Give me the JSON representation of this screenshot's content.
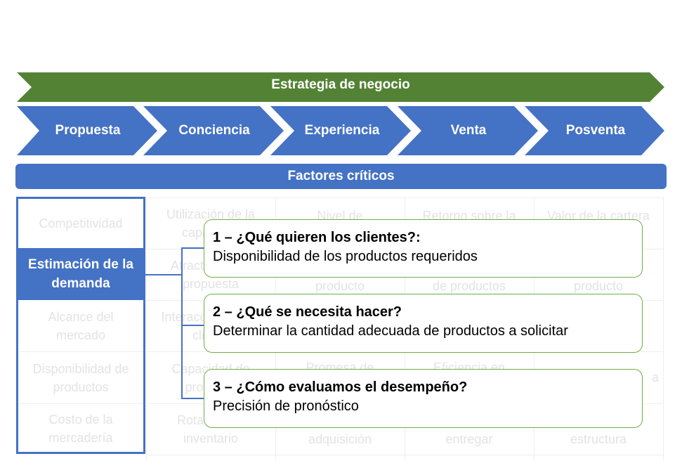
{
  "strategy_bar": {
    "label": "Estrategia de negocio",
    "color": "#548235"
  },
  "chevrons": [
    {
      "label": "Propuesta"
    },
    {
      "label": "Conciencia"
    },
    {
      "label": "Experiencia"
    },
    {
      "label": "Venta"
    },
    {
      "label": "Posventa"
    }
  ],
  "factores_bar": {
    "label": "Factores críticos",
    "color": "#4472c4"
  },
  "left_column": [
    {
      "label": "Competitividad"
    },
    {
      "label": "Estimación de la demanda",
      "highlighted": true
    },
    {
      "label": "Alcance del mercado"
    },
    {
      "label": "Disponibilidad de productos"
    },
    {
      "label": "Costo de la mercadería"
    }
  ],
  "background_grid": {
    "rows": [
      [
        "Utilización de la capacidad",
        "Nivel de",
        "Retorno sobre la",
        "Valor de la cartera"
      ],
      [
        "Atractivo de la propuesta",
        "producto",
        "de productos",
        "producto"
      ],
      [
        "Interacción con el cliente",
        "",
        "",
        ""
      ],
      [
        "Capacidad de procesos",
        "Promesa de",
        "Eficiencia en",
        "a"
      ],
      [
        "Rotación de inventario",
        "adquisición",
        "entregar",
        "estructura"
      ]
    ]
  },
  "callouts": [
    {
      "question": "1 – ¿Qué quieren los clientes?:",
      "answer": "Disponibilidad de los productos requeridos"
    },
    {
      "question": "2 – ¿Qué se necesita hacer?",
      "answer": "Determinar la cantidad adecuada de productos a solicitar"
    },
    {
      "question": "3 – ¿Cómo evaluamos el desempeño?",
      "answer": "Precisión de pronóstico"
    }
  ],
  "colors": {
    "primary_blue": "#4472c4",
    "green": "#548235",
    "callout_border": "#70ad47"
  }
}
